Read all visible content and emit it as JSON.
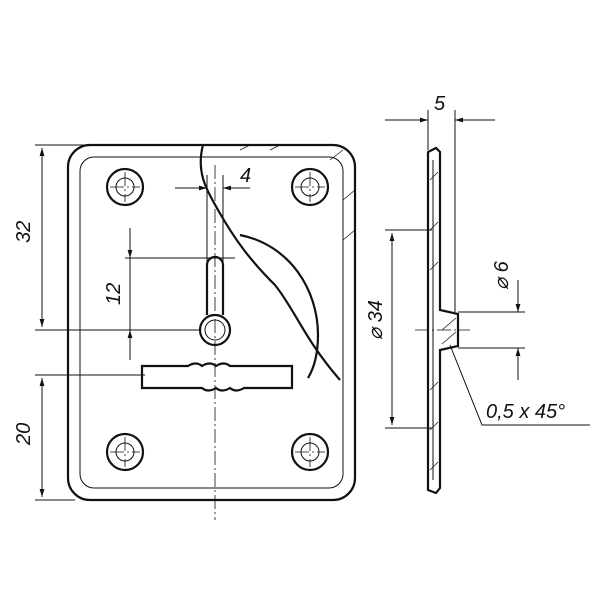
{
  "drawing": {
    "dimensions": {
      "side_thickness": "5",
      "slot_width": "4",
      "height_top": "32",
      "slot_length": "12",
      "height_bottom": "20",
      "boss_diameter": "⌀ 34",
      "hole_diameter": "⌀ 6",
      "chamfer": "0,5 x 45°"
    },
    "colors": {
      "line": "#111111",
      "background": "#ffffff"
    }
  }
}
